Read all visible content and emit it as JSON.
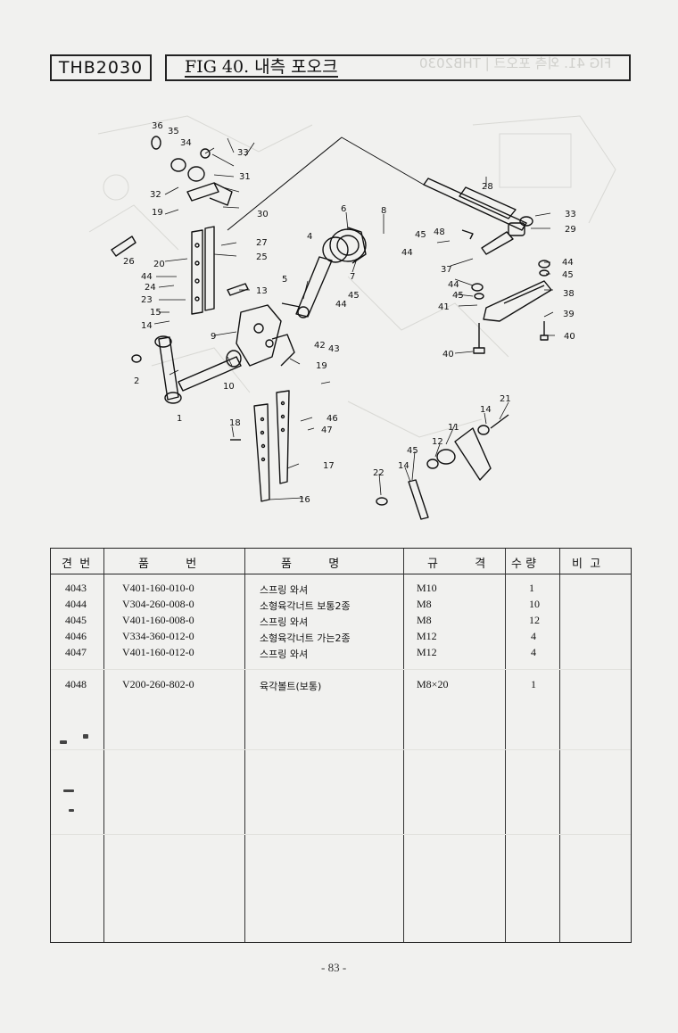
{
  "header": {
    "model": "THB2030",
    "figure_label": "FIG 40. 내측 포오크"
  },
  "diagram": {
    "callouts": [
      "1",
      "2",
      "4",
      "5",
      "6",
      "7",
      "8",
      "9",
      "10",
      "11",
      "12",
      "13",
      "14",
      "14",
      "14",
      "15",
      "16",
      "17",
      "18",
      "19",
      "19",
      "20",
      "21",
      "22",
      "23",
      "24",
      "25",
      "26",
      "27",
      "28",
      "29",
      "30",
      "31",
      "32",
      "33",
      "33",
      "34",
      "35",
      "36",
      "37",
      "38",
      "39",
      "40",
      "40",
      "41",
      "42",
      "43",
      "44",
      "44",
      "44",
      "44",
      "45",
      "45",
      "45",
      "45",
      "46",
      "47",
      "48"
    ]
  },
  "table": {
    "headers": {
      "item_no": "견  번",
      "part_no": "품          번",
      "part_name": "품          명",
      "spec": "규          격",
      "qty": "수 량",
      "remarks": "비  고"
    },
    "rows": [
      {
        "item_no": "4043",
        "part_no": "V401-160-010-0",
        "part_name": "스프링 와셔",
        "spec": "M10",
        "qty": "1"
      },
      {
        "item_no": "4044",
        "part_no": "V304-260-008-0",
        "part_name": "소형육각너트 보통2종",
        "spec": "M8",
        "qty": "10"
      },
      {
        "item_no": "4045",
        "part_no": "V401-160-008-0",
        "part_name": "스프링 와셔",
        "spec": "M8",
        "qty": "12"
      },
      {
        "item_no": "4046",
        "part_no": "V334-360-012-0",
        "part_name": "소형육각너트 가는2종",
        "spec": "M12",
        "qty": "4"
      },
      {
        "item_no": "4047",
        "part_no": "V401-160-012-0",
        "part_name": "스프링 와셔",
        "spec": "M12",
        "qty": "4"
      },
      {
        "item_no": "4048",
        "part_no": "V200-260-802-0",
        "part_name": "육각볼트(보통)",
        "spec": "M8×20",
        "qty": "1"
      }
    ]
  },
  "footer": {
    "page_number": "- 83 -"
  }
}
